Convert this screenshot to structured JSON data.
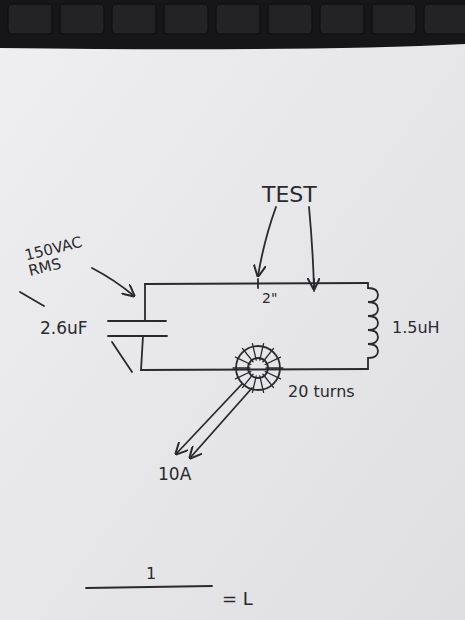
{
  "diagram": {
    "labels": [
      "TEST",
      "2\"",
      "150VAC RMS",
      "2.6uF",
      "1.5uH",
      "20 turns",
      "10A",
      "1",
      "= L"
    ]
  }
}
